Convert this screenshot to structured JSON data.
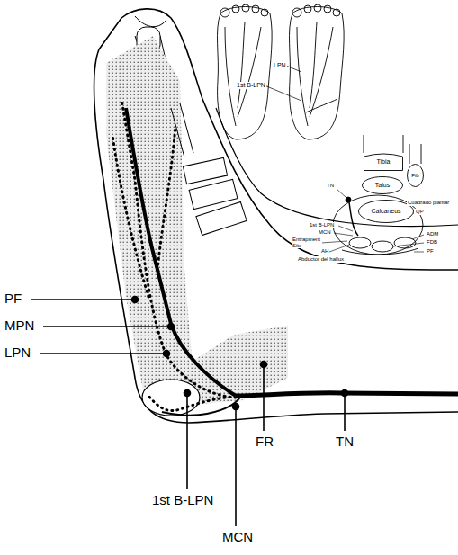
{
  "diagram": {
    "nodes": [
      {
        "text": [
          "Tibia"
        ]
      },
      {
        "text": [
          "Fib"
        ]
      },
      {
        "text": [
          "Talus"
        ]
      },
      {
        "text": [
          "Calcaneus"
        ]
      }
    ],
    "labels": [
      "PF",
      "MPN",
      "LPN",
      "1st B-LPN",
      "MCN",
      "FR",
      "TN",
      "LPN",
      "1st B-LPN",
      "TN",
      "Cuadrado plantar",
      "QP",
      "1st B-LPN",
      "MCN",
      "Entrapment Site",
      "ADM",
      "AH",
      "FDB",
      "Abductor del hallux",
      "PF"
    ]
  }
}
